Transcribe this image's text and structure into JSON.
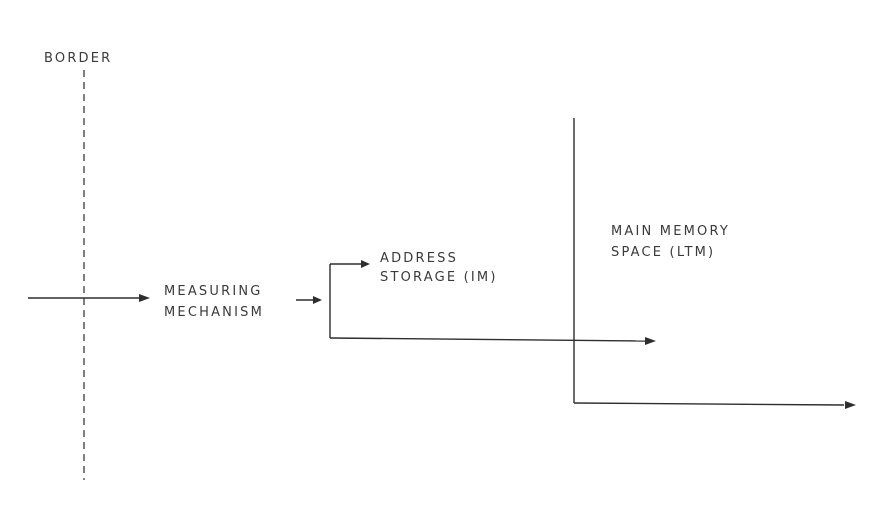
{
  "labels": {
    "border": "BORDER",
    "measuring_line1": "MEASURING",
    "measuring_line2": "MECHANISM",
    "address_line1": "ADDRESS",
    "address_line2": "STORAGE (IM)",
    "main_memory_line1": "MAIN MEMORY",
    "main_memory_line2": "SPACE (LTM)"
  }
}
